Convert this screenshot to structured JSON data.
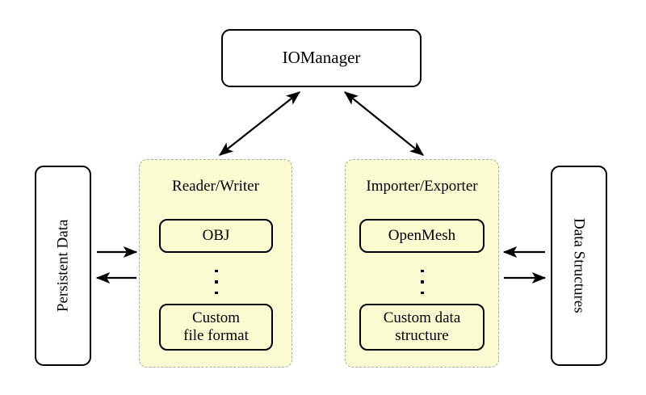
{
  "diagram": {
    "title_node": {
      "label": "IOManager"
    },
    "left_endpoint": {
      "label": "Persistent Data"
    },
    "right_endpoint": {
      "label": "Data Structures"
    },
    "groups": [
      {
        "id": "reader-writer",
        "title": "Reader/Writer",
        "items": [
          {
            "label": "OBJ"
          },
          {
            "label": "⋮"
          },
          {
            "line1": "Custom",
            "line2": "file format"
          }
        ]
      },
      {
        "id": "importer-exporter",
        "title": "Importer/Exporter",
        "items": [
          {
            "label": "OpenMesh"
          },
          {
            "label": "⋮"
          },
          {
            "line1": "Custom data",
            "line2": "structure"
          }
        ]
      }
    ],
    "connections": [
      {
        "name": "iomanager-to-reader-writer",
        "style": "bidirectional"
      },
      {
        "name": "iomanager-to-importer-exporter",
        "style": "bidirectional"
      },
      {
        "name": "persistent-data-to-reader-writer",
        "style": "unidirectional-right"
      },
      {
        "name": "reader-writer-to-persistent-data",
        "style": "unidirectional-left"
      },
      {
        "name": "data-structures-to-importer-exporter",
        "style": "unidirectional-left"
      },
      {
        "name": "importer-exporter-to-data-structures",
        "style": "unidirectional-right"
      }
    ],
    "colors": {
      "group_fill": "#fbfbd2",
      "group_border": "#aaaaaa",
      "node_border": "#000000",
      "background": "#ffffff",
      "arrow": "#000000"
    }
  }
}
